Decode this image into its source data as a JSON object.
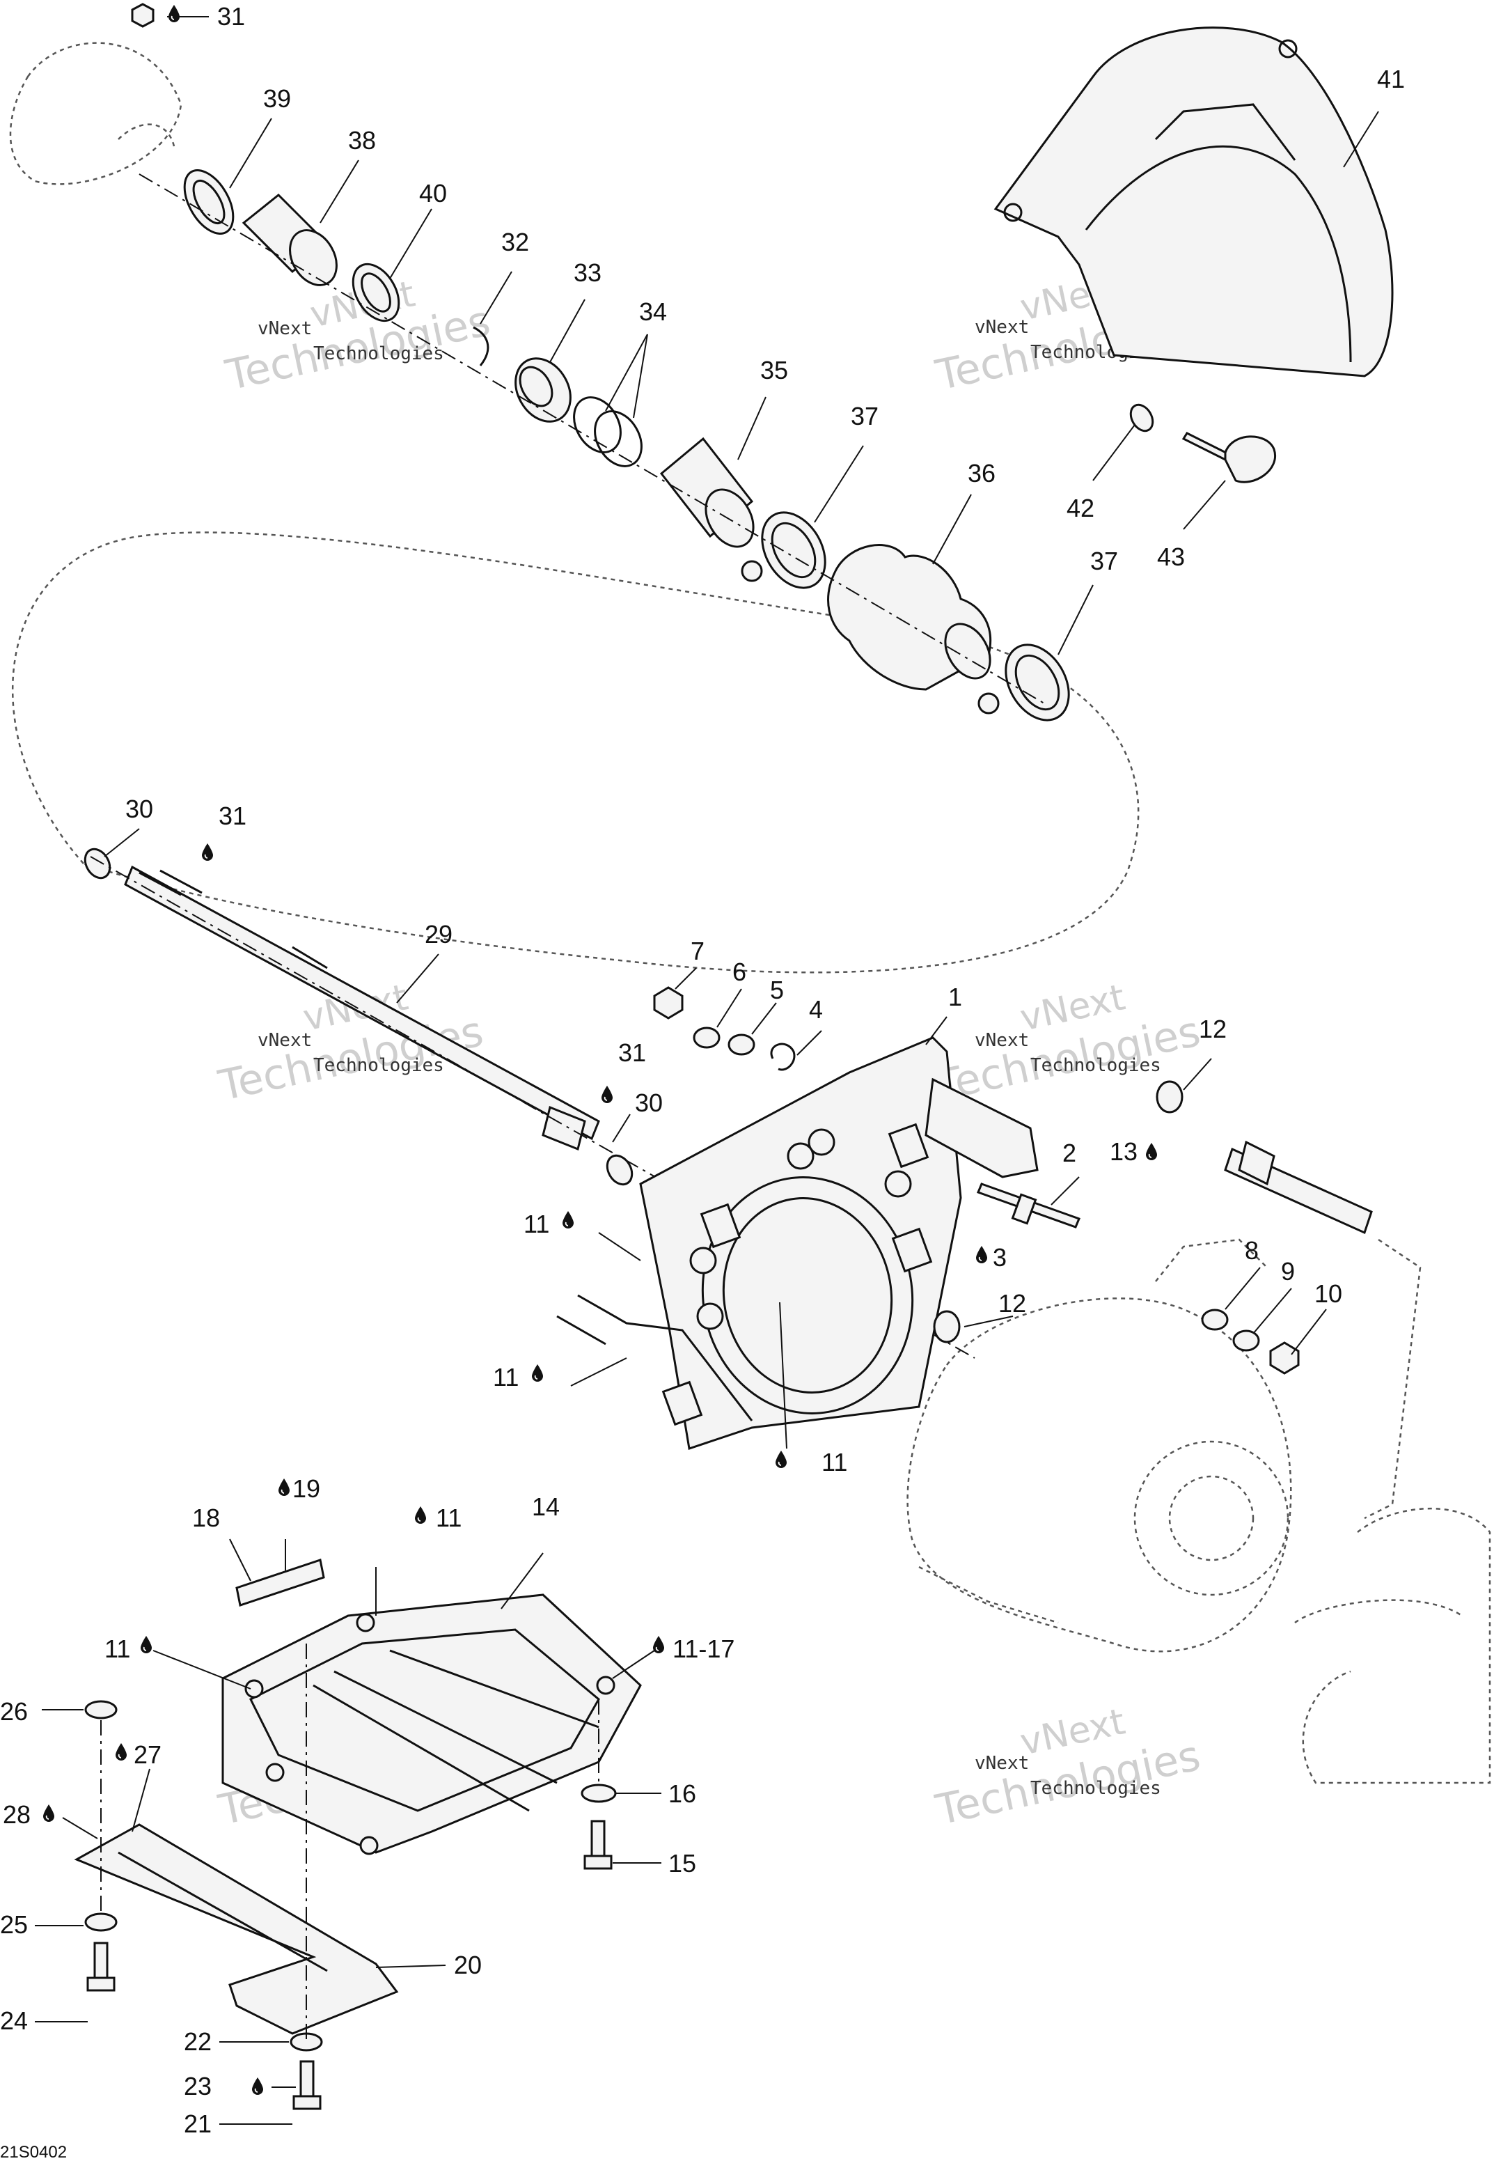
{
  "diagram_code": "21S0402",
  "watermark": {
    "line1": "vNext",
    "line2": "Technologies"
  },
  "callouts": {
    "c1": "1",
    "c2": "2",
    "c3": "3",
    "c4": "4",
    "c5": "5",
    "c6": "6",
    "c7": "7",
    "c8": "8",
    "c9": "9",
    "c10": "10",
    "c11a": "11",
    "c11b": "11",
    "c11c": "11",
    "c11d": "11",
    "c11e": "11",
    "c11_17": "11-17",
    "c12a": "12",
    "c12b": "12",
    "c13": "13",
    "c14": "14",
    "c15": "15",
    "c16": "16",
    "c18": "18",
    "c19": "19",
    "c20": "20",
    "c21": "21",
    "c22": "22",
    "c23": "23",
    "c24": "24",
    "c25": "25",
    "c26": "26",
    "c27": "27",
    "c28": "28",
    "c29": "29",
    "c30a": "30",
    "c30b": "30",
    "c31a": "31",
    "c31b": "31",
    "c31c": "31",
    "c32": "32",
    "c33": "33",
    "c34": "34",
    "c35": "35",
    "c36": "36",
    "c37a": "37",
    "c37b": "37",
    "c38": "38",
    "c39": "39",
    "c40": "40",
    "c41": "41",
    "c42": "42",
    "c43": "43"
  },
  "icons": {
    "lubricant": "oil-drop-icon"
  }
}
